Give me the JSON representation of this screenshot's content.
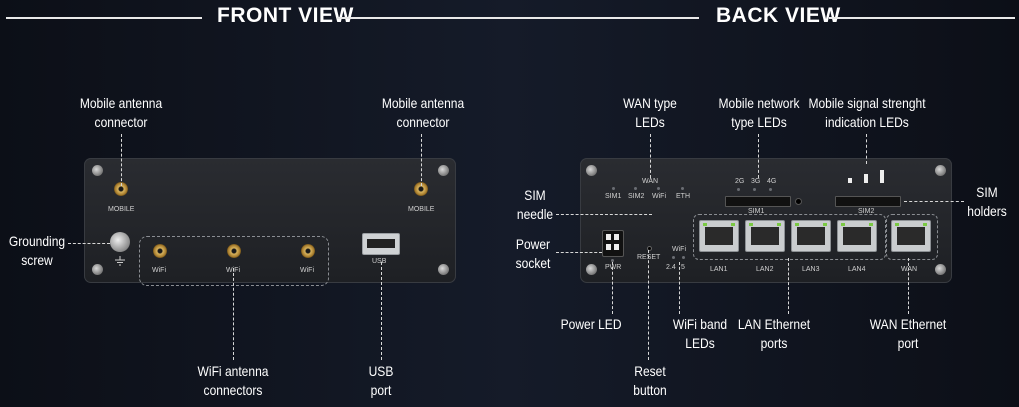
{
  "front_view": {
    "title": "FRONT VIEW",
    "device_labels": {
      "mobile_left": "MOBILE",
      "mobile_right": "MOBILE",
      "wifi_1": "WiFi",
      "wifi_2": "WiFi",
      "wifi_3": "WiFi",
      "usb": "USB"
    },
    "callouts": {
      "mobile_antenna_left": [
        "Mobile antenna",
        "connector"
      ],
      "mobile_antenna_right": [
        "Mobile antenna",
        "connector"
      ],
      "grounding_screw": [
        "Grounding",
        "screw"
      ],
      "wifi_antennas": [
        "WiFi antenna",
        "connectors"
      ],
      "usb_port": [
        "USB",
        "port"
      ]
    }
  },
  "back_view": {
    "title": "BACK VIEW",
    "device_labels": {
      "wan_header": "WAN",
      "sim1": "SIM1",
      "sim2": "SIM2",
      "wifi": "WiFi",
      "eth": "ETH",
      "net_2g": "2G",
      "net_3g": "3G",
      "net_4g": "4G",
      "sim1_slot": "SIM1",
      "sim2_slot": "SIM2",
      "pwr": "PWR",
      "reset": "RESET",
      "wifi_band_header": "WiFi",
      "band_24": "2.4",
      "band_5": "5",
      "lan1": "LAN1",
      "lan2": "LAN2",
      "lan3": "LAN3",
      "lan4": "LAN4",
      "wan_port": "WAN"
    },
    "callouts": {
      "wan_type_leds": [
        "WAN type",
        "LEDs"
      ],
      "mobile_network_type_leds": [
        "Mobile network",
        "type LEDs"
      ],
      "mobile_signal_leds": [
        "Mobile signal strenght",
        "indication LEDs"
      ],
      "sim_holders": [
        "SIM",
        "holders"
      ],
      "sim_needle": [
        "SIM",
        "needle"
      ],
      "power_socket": [
        "Power",
        "socket"
      ],
      "power_led": [
        "Power LED"
      ],
      "reset_button": [
        "Reset",
        "button"
      ],
      "wifi_band_leds": [
        "WiFi band",
        "LEDs"
      ],
      "lan_ethernet_ports": [
        "LAN Ethernet",
        "ports"
      ],
      "wan_ethernet_port": [
        "WAN Ethernet",
        "port"
      ]
    }
  },
  "colors": {
    "background": "#11151f",
    "device": "#25272c",
    "connector_gold": "#c89a45",
    "port_metal": "#c9ccce",
    "led_green": "#7ac943"
  },
  "icons": [
    "ground-icon",
    "antenna-connector-icon",
    "usb-port-icon",
    "rj45-port-icon",
    "power-socket-icon",
    "screw-icon"
  ]
}
